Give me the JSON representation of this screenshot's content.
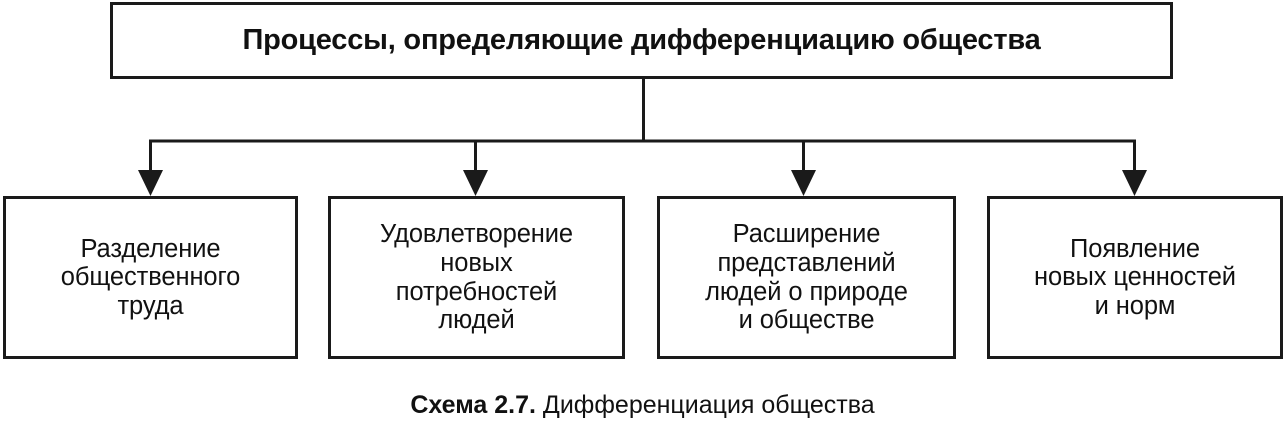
{
  "diagram": {
    "type": "hierarchy-tree",
    "orientation": "top-down",
    "colors": {
      "stroke": "#1a1a1a",
      "fill": "#ffffff",
      "text": "#111111"
    },
    "root": {
      "label": "Процессы, определяющие дифференциацию общества"
    },
    "leaves": [
      {
        "label": "Разделение\nобщественного\nтруда"
      },
      {
        "label": "Удовлетворение\nновых\nпотребностей\nлюдей"
      },
      {
        "label": "Расширение\nпредставлений\nлюдей о природе\nи обществе"
      },
      {
        "label": "Появление\nновых ценностей\nи норм"
      }
    ]
  },
  "caption": {
    "label": "Схема 2.7.",
    "title": " Дифференциация общества"
  }
}
